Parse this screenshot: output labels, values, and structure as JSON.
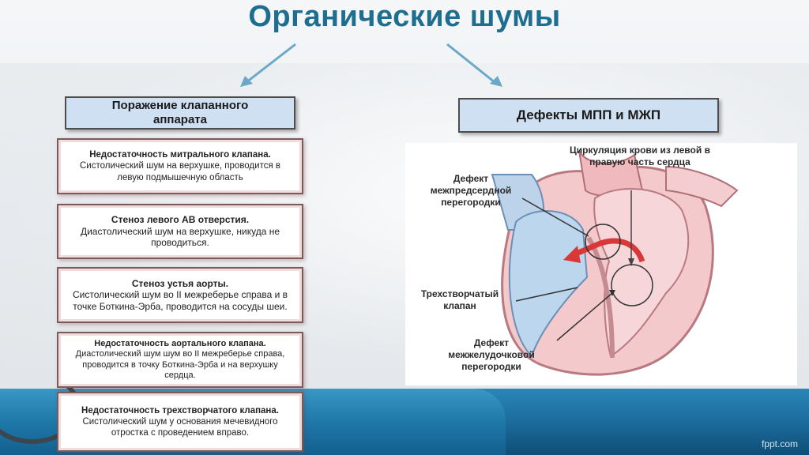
{
  "title": "Органические шумы",
  "headers": {
    "left": "Поражение клапанного аппарата",
    "right": "Дефекты МПП и МЖП"
  },
  "cards": [
    {
      "head": "Недостаточность митрального клапана.",
      "body": "Систолический шум на верхушке, проводится в левую подмышечную область"
    },
    {
      "head": "Стеноз левого АВ отверстия.",
      "body": "Диастолический шум на верхушке, никуда не проводиться."
    },
    {
      "head": "Стеноз устья аорты.",
      "body": "Систолический шум во II межреберье справа и в точке Боткина-Эрба, проводится на сосуды шеи."
    },
    {
      "head": "Недостаточность аортального клапана.",
      "body": "Диастолический шум шум во II межреберье справа, проводится в точку Боткина-Эрба и на верхушку сердца."
    },
    {
      "head": "Недостаточность трехстворчатого клапана.",
      "body": "Систолический шум у основания мечевидного отростка с проведением вправо."
    }
  ],
  "heart_labels": {
    "circulation": "Циркуляция крови из левой в правую часть сердца",
    "asd": "Дефект межпредсердной перегородки",
    "tricuspid": "Трехстворчатый клапан",
    "vsd": "Дефект межжелудочковой перегородки"
  },
  "footer": "fppt.com",
  "colors": {
    "title": "#1f6e8f",
    "header_fill": "#cfe0f2",
    "card_border": "#7a5a5a",
    "band": "#1c6f9f"
  }
}
